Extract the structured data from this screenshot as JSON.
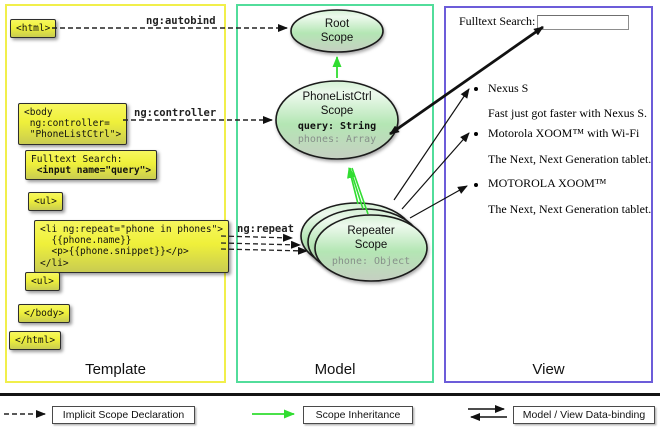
{
  "columns": {
    "template": {
      "label": "Template"
    },
    "model": {
      "label": "Model"
    },
    "view": {
      "label": "View"
    }
  },
  "template_code": {
    "html_open": "<html>",
    "body_open": "<body\n ng:controller=\n \"PhoneListCtrl\">",
    "fulltext_label": "Fulltext Search:",
    "fulltext_input": " <input name=\"query\">",
    "ul_open": "<ul>",
    "li_repeat": "<li ng:repeat=\"phone in phones\">\n  {{phone.name}}\n  <p>{{phone.snippet}}</p>\n</li>",
    "ul_open_2": "<ul>",
    "body_close": "</body>",
    "html_close": "</html>"
  },
  "edge_labels": {
    "autobind": "ng:autobind",
    "controller": "ng:controller",
    "repeat": "ng:repeat"
  },
  "scopes": {
    "root": {
      "title": "Root\nScope"
    },
    "phone_list": {
      "title": "PhoneListCtrl\nScope",
      "prop_query": "query: String",
      "prop_phones": "phones: Array"
    },
    "repeater": {
      "title": "Repeater\nScope",
      "prop_phone": "phone: Object"
    }
  },
  "view": {
    "search_label": "Fulltext Search:",
    "search_value": "",
    "items": [
      {
        "title": "Nexus S",
        "snippet": "Fast just got faster with Nexus S."
      },
      {
        "title": "Motorola XOOM™  with Wi-Fi",
        "snippet": "The Next, Next Generation tablet."
      },
      {
        "title": "MOTOROLA XOOM™",
        "snippet": "The Next, Next Generation tablet."
      }
    ]
  },
  "legend": [
    {
      "label": "Implicit Scope Declaration"
    },
    {
      "label": "Scope Inheritance"
    },
    {
      "label": "Model / View Data-binding"
    }
  ],
  "colors": {
    "template_border": "#f1ef4b",
    "model_border": "#52dd9b",
    "view_border": "#6c5cd9",
    "inheritance_green": "#31dd31",
    "code_yellow": "#eff03a"
  }
}
